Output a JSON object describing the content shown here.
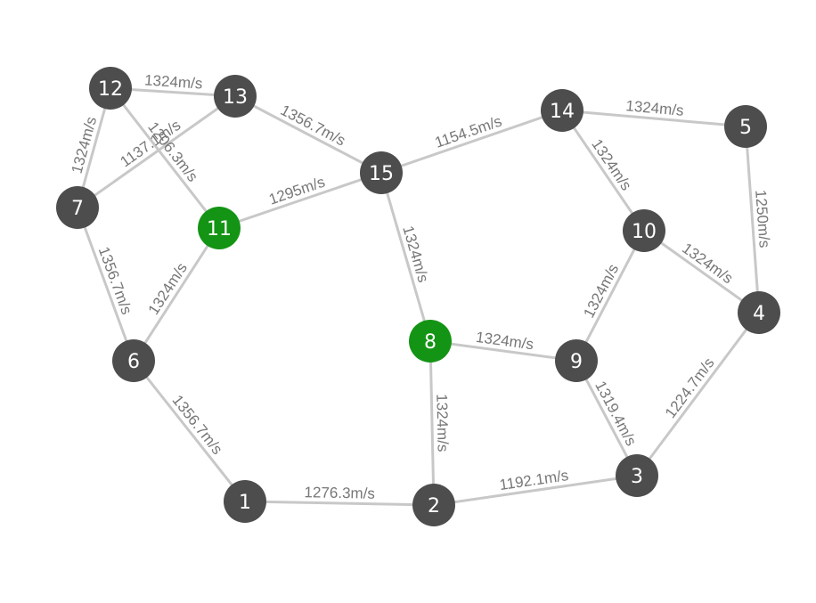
{
  "colors": {
    "node_default": "#4d4d4d",
    "node_highlight": "#149414",
    "edge": "#c8c8c8",
    "edge_label": "#777777",
    "node_text": "#ffffff"
  },
  "nodes": [
    {
      "id": "1",
      "label": "1",
      "highlighted": false
    },
    {
      "id": "2",
      "label": "2",
      "highlighted": false
    },
    {
      "id": "3",
      "label": "3",
      "highlighted": false
    },
    {
      "id": "4",
      "label": "4",
      "highlighted": false
    },
    {
      "id": "5",
      "label": "5",
      "highlighted": false
    },
    {
      "id": "6",
      "label": "6",
      "highlighted": false
    },
    {
      "id": "7",
      "label": "7",
      "highlighted": false
    },
    {
      "id": "8",
      "label": "8",
      "highlighted": true
    },
    {
      "id": "9",
      "label": "9",
      "highlighted": false
    },
    {
      "id": "10",
      "label": "10",
      "highlighted": false
    },
    {
      "id": "11",
      "label": "11",
      "highlighted": true
    },
    {
      "id": "12",
      "label": "12",
      "highlighted": false
    },
    {
      "id": "13",
      "label": "13",
      "highlighted": false
    },
    {
      "id": "14",
      "label": "14",
      "highlighted": false
    },
    {
      "id": "15",
      "label": "15",
      "highlighted": false
    }
  ],
  "edges": [
    {
      "from": "12",
      "to": "13",
      "label": "1324m/s"
    },
    {
      "from": "12",
      "to": "7",
      "label": "1324m/s"
    },
    {
      "from": "12",
      "to": "11",
      "label": "1206.3m/s"
    },
    {
      "from": "13",
      "to": "7",
      "label": "1137.1m/s"
    },
    {
      "from": "13",
      "to": "15",
      "label": "1356.7m/s"
    },
    {
      "from": "15",
      "to": "14",
      "label": "1154.5m/s"
    },
    {
      "from": "14",
      "to": "5",
      "label": "1324m/s"
    },
    {
      "from": "14",
      "to": "10",
      "label": "1324m/s"
    },
    {
      "from": "5",
      "to": "4",
      "label": "1250m/s"
    },
    {
      "from": "11",
      "to": "15",
      "label": "1295m/s"
    },
    {
      "from": "15",
      "to": "8",
      "label": "1324m/s"
    },
    {
      "from": "7",
      "to": "6",
      "label": "1356.7m/s"
    },
    {
      "from": "11",
      "to": "6",
      "label": "1324m/s"
    },
    {
      "from": "10",
      "to": "4",
      "label": "1324m/s"
    },
    {
      "from": "10",
      "to": "9",
      "label": "1324m/s"
    },
    {
      "from": "8",
      "to": "9",
      "label": "1324m/s"
    },
    {
      "from": "8",
      "to": "2",
      "label": "1324m/s"
    },
    {
      "from": "9",
      "to": "3",
      "label": "1319.4m/s"
    },
    {
      "from": "4",
      "to": "3",
      "label": "1224.7m/s"
    },
    {
      "from": "6",
      "to": "1",
      "label": "1356.7m/s"
    },
    {
      "from": "1",
      "to": "2",
      "label": "1276.3m/s"
    },
    {
      "from": "2",
      "to": "3",
      "label": "1192.1m/s"
    }
  ]
}
